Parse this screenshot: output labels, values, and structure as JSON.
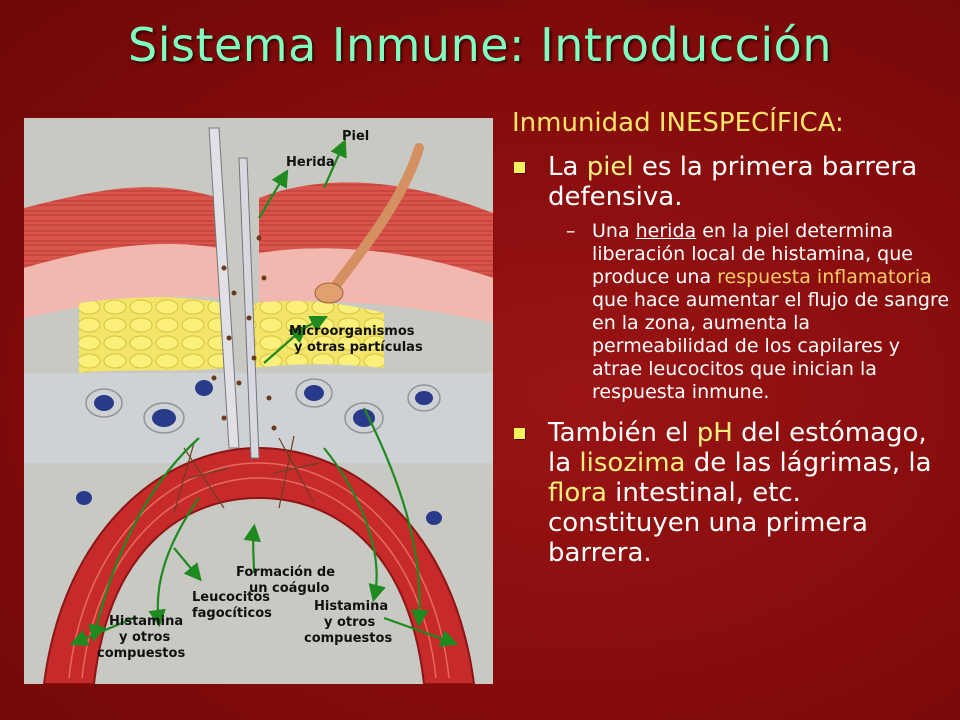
{
  "slide": {
    "title": "Sistema Inmune: Introducción",
    "heading": "Inmunidad INESPECÍFICA:",
    "bullet1": {
      "pre": "La ",
      "piel": "piel",
      "post": " es la primera barrera defensiva."
    },
    "sub1": {
      "a": "Una ",
      "herida": "herida",
      "b": " en la piel determina liberación local de histamina, que produce una ",
      "respuesta": "respuesta inflamatoria",
      "c": " que hace aumentar el flujo de sangre en la zona, aumenta la permeabilidad de los capilares y atrae leucocitos que inician la respuesta inmune."
    },
    "bullet2": {
      "a": "También el ",
      "ph": "pH",
      "b": " del estómago, la ",
      "lisozima": "lisozima",
      "c": " de las lágrimas, la ",
      "flora": "flora",
      "d": " intestinal, etc. constituyen una primera barrera."
    }
  },
  "figure": {
    "labels": {
      "piel": "Piel",
      "herida": "Herida",
      "micro1": "Microorganismos",
      "micro2": "y otras partículas",
      "coag1": "Formación de",
      "coag2": "un coágulo",
      "hist_left1": "Histamina",
      "hist_left2": "y otros",
      "hist_left3": "compuestos",
      "leuco1": "Leucocitos",
      "leuco2": "fagocíticos",
      "hist_right1": "Histamina",
      "hist_right2": "y otros",
      "hist_right3": "compuestos"
    },
    "colors": {
      "skin": "#d9544c",
      "fat": "#f0e060",
      "vessel": "#c62a2a",
      "arrow": "#1f8a1f",
      "cell": "#2a3a8a"
    }
  }
}
